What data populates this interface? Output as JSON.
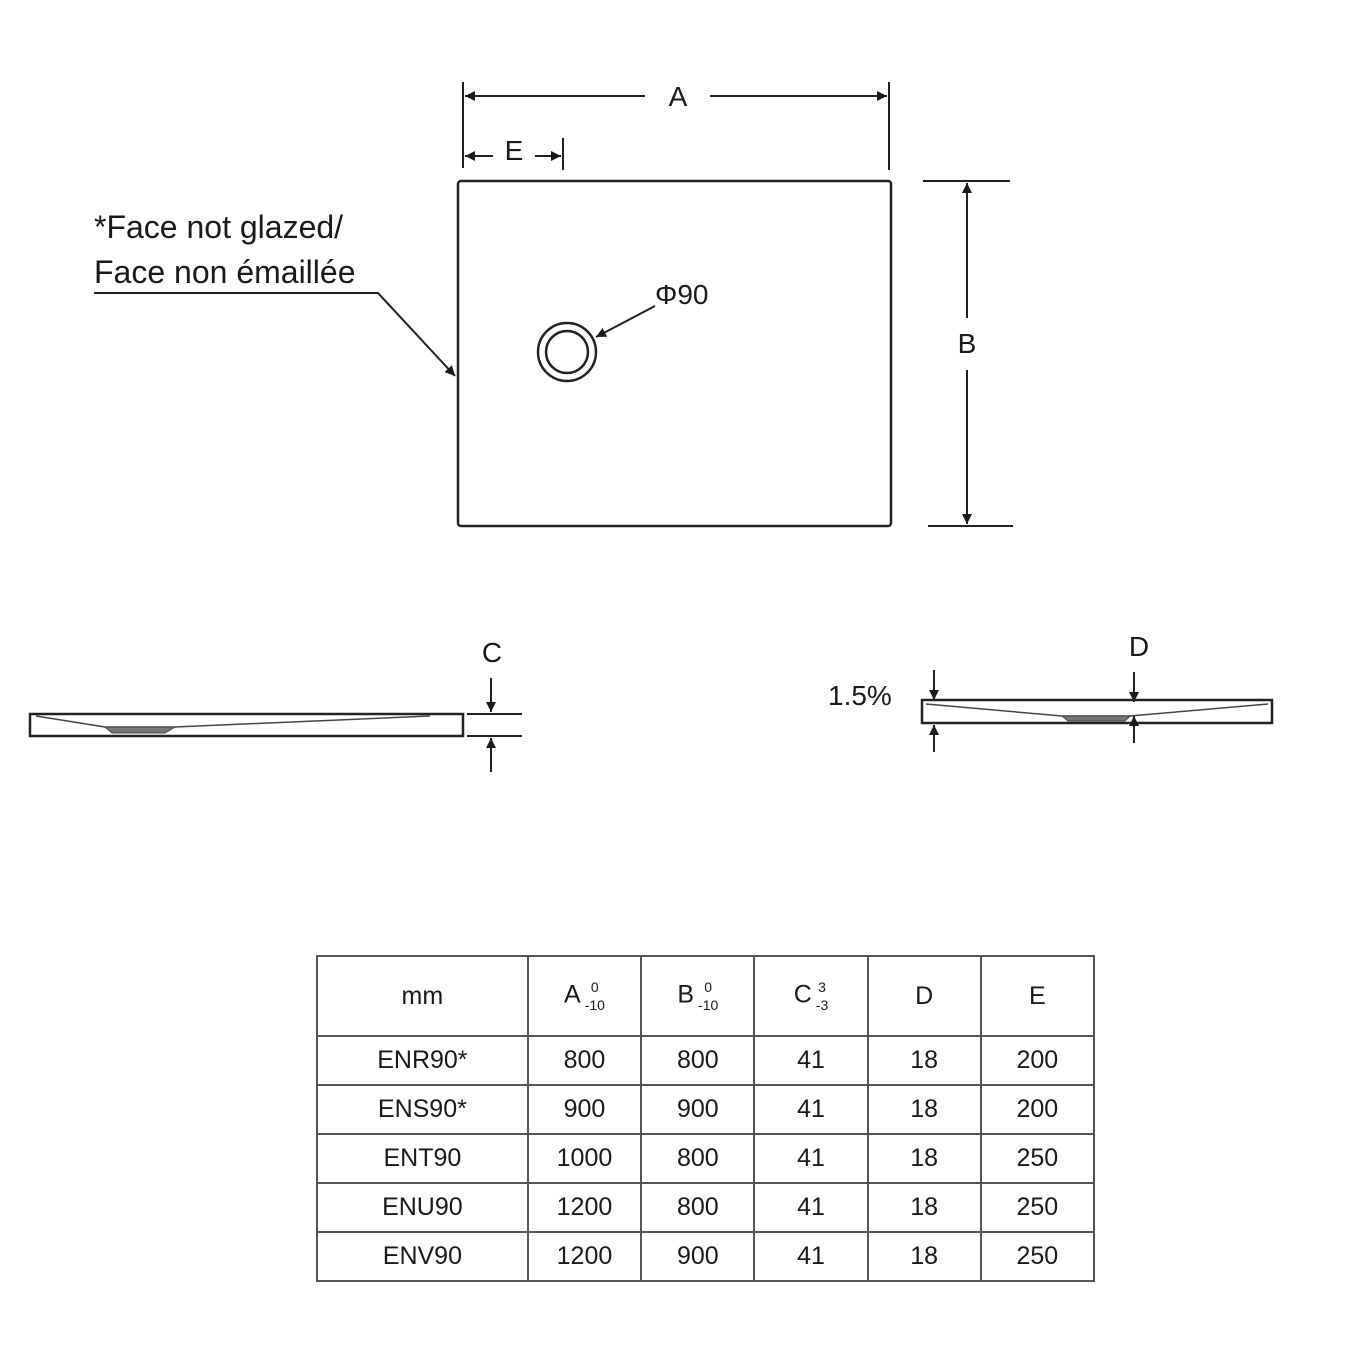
{
  "plan_view": {
    "dim_a": "A",
    "dim_b": "B",
    "dim_e": "E",
    "drain_label": "Φ90",
    "note_line1": "*Face not glazed/",
    "note_line2": "Face non émaillée"
  },
  "side_view_1": {
    "dim_c": "C"
  },
  "side_view_2": {
    "dim_d": "D",
    "slope": "1.5%"
  },
  "table": {
    "headers": [
      {
        "label": "mm",
        "tol_top": "",
        "tol_bottom": ""
      },
      {
        "label": "A",
        "tol_top": "0",
        "tol_bottom": "-10"
      },
      {
        "label": "B",
        "tol_top": "0",
        "tol_bottom": "-10"
      },
      {
        "label": "C",
        "tol_top": "3",
        "tol_bottom": "-3"
      },
      {
        "label": "D",
        "tol_top": "",
        "tol_bottom": ""
      },
      {
        "label": "E",
        "tol_top": "",
        "tol_bottom": ""
      }
    ],
    "rows": [
      [
        "ENR90*",
        "800",
        "800",
        "41",
        "18",
        "200"
      ],
      [
        "ENS90*",
        "900",
        "900",
        "41",
        "18",
        "200"
      ],
      [
        "ENT90",
        "1000",
        "800",
        "41",
        "18",
        "250"
      ],
      [
        "ENU90",
        "1200",
        "800",
        "41",
        "18",
        "250"
      ],
      [
        "ENV90",
        "1200",
        "900",
        "41",
        "18",
        "250"
      ]
    ]
  }
}
